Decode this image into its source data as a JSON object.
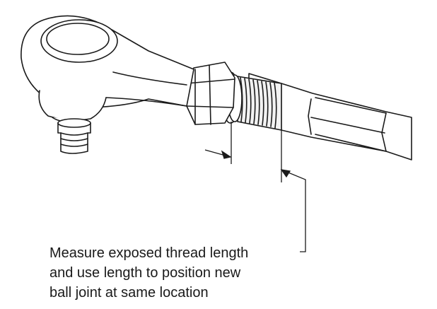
{
  "caption": {
    "lines": [
      "Measure exposed thread length",
      "and use length to position new",
      "ball joint at same location"
    ]
  },
  "colors": {
    "line": "#1a1a1a",
    "fill": "#ffffff",
    "shade": "#d9d9d9"
  }
}
